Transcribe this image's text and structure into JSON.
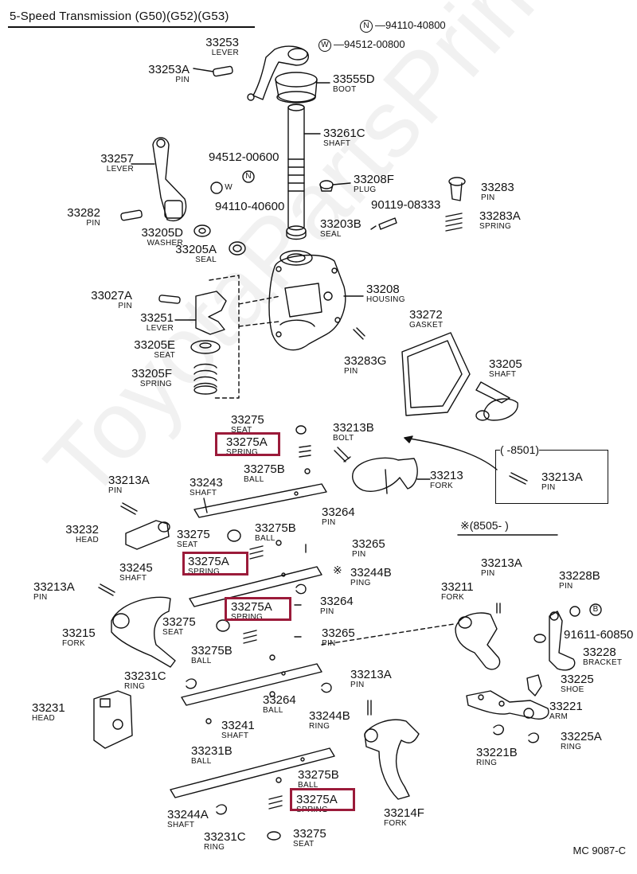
{
  "title": "5-Speed Transmission (G50)(G52)(G53)",
  "watermark": "ToyotaPartsPrime.ru",
  "legend": {
    "n": {
      "symbol": "N",
      "part": "94110-40800"
    },
    "w": {
      "symbol": "W",
      "part": "94512-00800"
    }
  },
  "callouts": [
    {
      "num": "33253",
      "sub": "LEVER"
    },
    {
      "num": "33253A",
      "sub": "PIN"
    },
    {
      "num": "33555D",
      "sub": "BOOT"
    },
    {
      "num": "33261C",
      "sub": "SHAFT"
    },
    {
      "num": "33257",
      "sub": "LEVER"
    },
    {
      "num": "94512-00600",
      "sub": ""
    },
    {
      "num": "94110-40600",
      "sub": ""
    },
    {
      "num": "33208F",
      "sub": "PLUG"
    },
    {
      "num": "33283",
      "sub": "PIN"
    },
    {
      "num": "90119-08333",
      "sub": ""
    },
    {
      "num": "33283A",
      "sub": "SPRING"
    },
    {
      "num": "33282",
      "sub": "PIN"
    },
    {
      "num": "33203B",
      "sub": "SEAL"
    },
    {
      "num": "33205D",
      "sub": "WASHER"
    },
    {
      "num": "33205A",
      "sub": "SEAL"
    },
    {
      "num": "33208",
      "sub": "HOUSING"
    },
    {
      "num": "33027A",
      "sub": "PIN"
    },
    {
      "num": "33272",
      "sub": "GASKET"
    },
    {
      "num": "33251",
      "sub": "LEVER"
    },
    {
      "num": "33205E",
      "sub": "SEAT"
    },
    {
      "num": "33283G",
      "sub": "PIN"
    },
    {
      "num": "33205",
      "sub": "SHAFT"
    },
    {
      "num": "33205F",
      "sub": "SPRING"
    },
    {
      "num": "33275",
      "sub": "SEAT"
    },
    {
      "num": "33213B",
      "sub": "BOLT"
    },
    {
      "num": "33275A",
      "sub": "SPRING"
    },
    {
      "num": "33275B",
      "sub": "BALL"
    },
    {
      "num": "33213A",
      "sub": "PIN"
    },
    {
      "num": "33243",
      "sub": "SHAFT"
    },
    {
      "num": "33213",
      "sub": "FORK"
    },
    {
      "num": "33213A",
      "sub": "PIN"
    },
    {
      "num": "33264",
      "sub": "PIN"
    },
    {
      "num": "33232",
      "sub": "HEAD"
    },
    {
      "num": "33275",
      "sub": "SEAT"
    },
    {
      "num": "33275B",
      "sub": "BALL"
    },
    {
      "num": "33265",
      "sub": "PIN"
    },
    {
      "num": "33275A",
      "sub": "SPRING"
    },
    {
      "num": "33245",
      "sub": "SHAFT"
    },
    {
      "num": "33244B",
      "sub": "PING"
    },
    {
      "num": "33213A",
      "sub": "PIN"
    },
    {
      "num": "33275A",
      "sub": "SPRING"
    },
    {
      "num": "33264",
      "sub": "PIN"
    },
    {
      "num": "33275",
      "sub": "SEAT"
    },
    {
      "num": "33215",
      "sub": "FORK"
    },
    {
      "num": "33265",
      "sub": "PIN"
    },
    {
      "num": "33275B",
      "sub": "BALL"
    },
    {
      "num": "33213A",
      "sub": "PIN"
    },
    {
      "num": "33228B",
      "sub": "PIN"
    },
    {
      "num": "33211",
      "sub": "FORK"
    },
    {
      "num": "91611-60850",
      "sub": ""
    },
    {
      "num": "33228",
      "sub": "BRACKET"
    },
    {
      "num": "33231C",
      "sub": "RING"
    },
    {
      "num": "33213A",
      "sub": "PIN"
    },
    {
      "num": "33225",
      "sub": "SHOE"
    },
    {
      "num": "33231",
      "sub": "HEAD"
    },
    {
      "num": "33264",
      "sub": "BALL"
    },
    {
      "num": "33244B",
      "sub": "RING"
    },
    {
      "num": "33241",
      "sub": "SHAFT"
    },
    {
      "num": "33221",
      "sub": "ARM"
    },
    {
      "num": "33225A",
      "sub": "RING"
    },
    {
      "num": "33231B",
      "sub": "BALL"
    },
    {
      "num": "33221B",
      "sub": "RING"
    },
    {
      "num": "33275B",
      "sub": "BALL"
    },
    {
      "num": "33275A",
      "sub": "SPRING"
    },
    {
      "num": "33214F",
      "sub": "FORK"
    },
    {
      "num": "33244A",
      "sub": "SHAFT"
    },
    {
      "num": "33231C",
      "sub": "RING"
    },
    {
      "num": "33275",
      "sub": "SEAT"
    }
  ],
  "inset_label": "(       -8501)",
  "note_label": "※(8505-        )",
  "w_mark_1": "W",
  "n_mark_1": "N",
  "b_mark": "B",
  "asterisk": "※",
  "drawing_code": "MC  9087-C",
  "highlight_color": "#9b1b3a"
}
